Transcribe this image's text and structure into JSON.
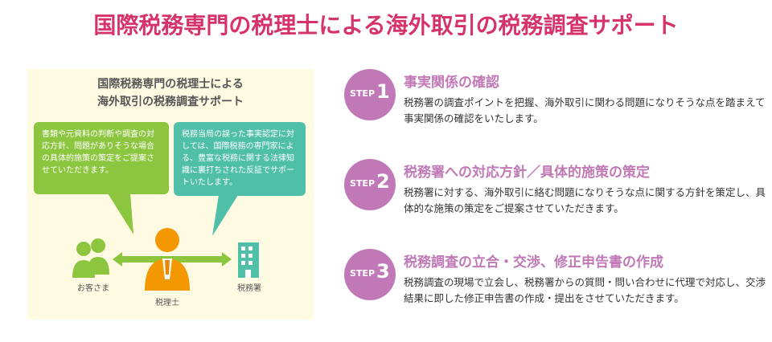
{
  "title": "国際税務専門の税理士による海外取引の税務調査サポート",
  "panel": {
    "title_line1": "国際税務専門の税理士による",
    "title_line2": "海外取引の税務調査サポート",
    "bubble_left": "書類や元資料の判断や調査の対応方針、問題がありそうな場合の具体的施策の策定をご提案させていただきます。",
    "bubble_right": "税務当局の誤った事実認定に対しては、国際税務の専門家による、豊富な税務に関する法律知識に裏打ちされた反証でサポートいたします。",
    "label_client": "お客さま",
    "label_accountant": "税理士",
    "label_tax_office": "税務署",
    "colors": {
      "bubble_left": "#8cc63f",
      "bubble_right": "#4fbfa8",
      "person": "#f39800",
      "arrow": "#8cc63f"
    }
  },
  "steps": [
    {
      "word": "STEP",
      "number": "1",
      "title": "事実関係の確認",
      "text": "税務署の調査ポイントを把握、海外取引に関わる問題になりそうな点を踏まえて事実関係の確認をいたします。"
    },
    {
      "word": "STEP",
      "number": "2",
      "title": "税務署への対応方針／具体的施策の策定",
      "text": "税務署に対する、海外取引に絡む問題になりそうな点に関する方針を策定し、具体的な施策の策定をご提案させていただきます。"
    },
    {
      "word": "STEP",
      "number": "3",
      "title": "税務調査の立合・交渉、修正申告書の作成",
      "text": "税務調査の現場で立会し、税務署からの質問・問い合わせに代理で対応し、交渉結果に即した修正申告書の作成・提出をさせていただきます。"
    }
  ],
  "colors": {
    "title": "#d6336c",
    "step": "#c079b6"
  }
}
